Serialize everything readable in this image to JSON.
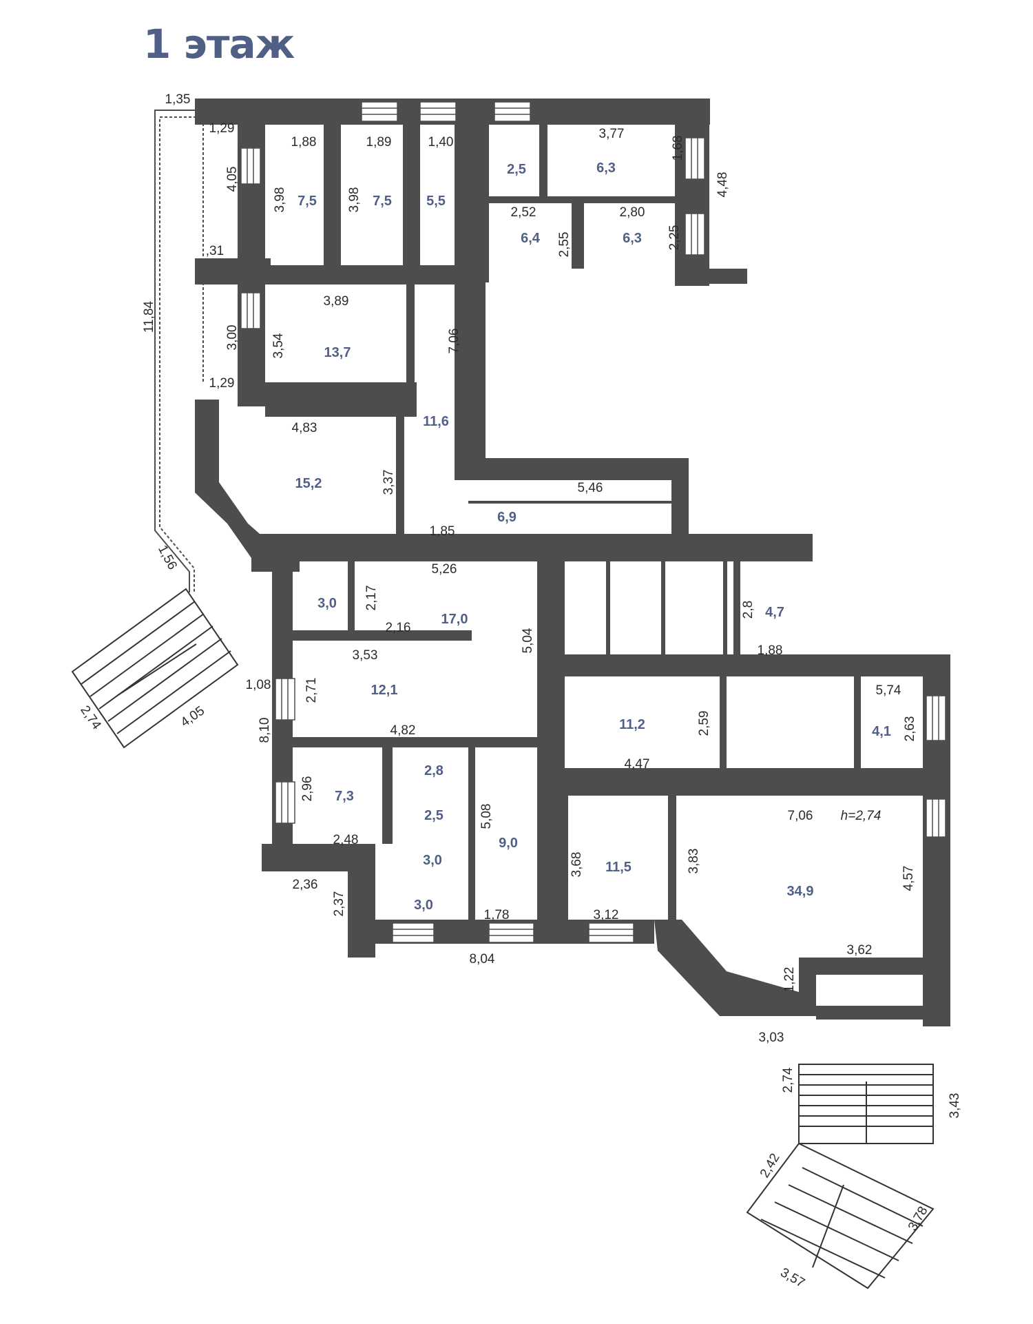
{
  "title": "1 этаж",
  "colors": {
    "wall": "#4d4d4d",
    "area_text": "#4f5f86",
    "dimension_text": "#2b2b2b"
  },
  "rooms": [
    {
      "area": "7,5",
      "width": "1,88",
      "height": "3,98"
    },
    {
      "area": "7,5",
      "width": "1,89",
      "height": "3,98"
    },
    {
      "area": "5,5",
      "width": "1,40"
    },
    {
      "area": "2,5"
    },
    {
      "area": "6,3",
      "width": "3,77",
      "height": "1,68"
    },
    {
      "area": "6,4",
      "width": "2,52",
      "height": "2,55"
    },
    {
      "area": "6,3",
      "width": "2,80",
      "height": "2,25"
    },
    {
      "area": "13,7",
      "width": "3,89",
      "height": "3,54"
    },
    {
      "area": "11,6",
      "height": "7,06",
      "width": "1,85"
    },
    {
      "area": "15,2",
      "width": "4,83",
      "height": "3,37"
    },
    {
      "area": "6,9",
      "width": "5,46"
    },
    {
      "area": "3,0",
      "height": "2,17"
    },
    {
      "area": "17,0",
      "width": "5,26",
      "height": "5,04",
      "extra": "2,16"
    },
    {
      "area": "4,7",
      "height": "2,8",
      "width": "1,88"
    },
    {
      "area": "12,1",
      "width": "3,53",
      "height": "2,71",
      "extra": "4,82"
    },
    {
      "area": "11,2",
      "height": "2,59",
      "width": "4,47"
    },
    {
      "area": "4,1",
      "width": "5,74",
      "height": "2,63"
    },
    {
      "area": "7,3",
      "height": "2,96",
      "width": "2,48"
    },
    {
      "area": "2,8"
    },
    {
      "area": "2,5"
    },
    {
      "area": "3,0"
    },
    {
      "area": "3,0"
    },
    {
      "area": "9,0",
      "height": "5,08",
      "width": "1,78"
    },
    {
      "area": "11,5",
      "height": "3,68",
      "width": "3,12",
      "extra": "3,83"
    },
    {
      "area": "34,9",
      "width": "7,06",
      "height": "4,57",
      "extra": "3,62",
      "extra2": "1,22"
    }
  ],
  "ceiling_height": "h=2,74",
  "dimensions": {
    "balcony_top": "1,35",
    "balcony_a": "1,29",
    "balcony_b": "4,05",
    "balcony_c": ",31",
    "balcony_d": "3,00",
    "balcony_e": "1,29",
    "balcony_len": "11,84",
    "balcony_diag": "1,56",
    "left_stair_a": "2,74",
    "left_stair_b": "4,05",
    "left_stair_c": "1,08",
    "left_wall": "8,10",
    "bottom_left_a": "2,36",
    "bottom_left_b": "2,37",
    "bottom_len": "8,04",
    "right_top": "4,48",
    "porch_a": "3,03",
    "porch_b": "2,74",
    "porch_c": "3,43",
    "porch_d": "2,42",
    "porch_e": "3,78",
    "porch_f": "3,57"
  }
}
